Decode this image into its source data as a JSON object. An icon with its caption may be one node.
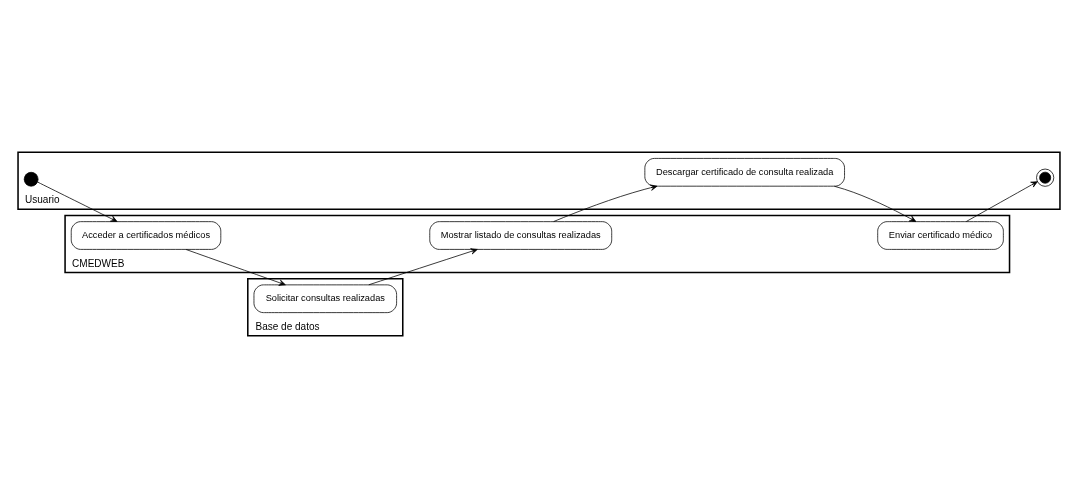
{
  "diagram": {
    "nodes": [
      {
        "text": [
          "Usuario"
        ]
      },
      {
        "text": [],
        "shape": "circle",
        "in": 0
      },
      {
        "text": [
          "Descargar certificado de consulta realizada"
        ],
        "in": 0
      },
      {
        "text": [],
        "shape": "bullseye",
        "in": 0
      },
      {
        "text": [
          "CMEDWEB"
        ]
      },
      {
        "text": [
          "Acceder a certificados médicos"
        ],
        "in": 4
      },
      {
        "text": [
          "Mostrar listado de consultas realizadas"
        ],
        "in": 4
      },
      {
        "text": [
          "Enviar certificado médico"
        ],
        "in": 4
      },
      {
        "text": [
          "Base de datos"
        ]
      },
      {
        "text": [
          "Solicitar consultas realizadas"
        ],
        "in": 8
      }
    ],
    "edges": [
      {
        "from": 1,
        "to": 5,
        "arrow": "to"
      },
      {
        "from": 5,
        "to": 9,
        "arrow": "to"
      },
      {
        "from": 9,
        "to": 6,
        "arrow": "to"
      },
      {
        "from": 6,
        "to": 2,
        "arrow": "to"
      },
      {
        "from": 2,
        "to": 7,
        "arrow": "to"
      },
      {
        "from": 7,
        "to": 3,
        "arrow": "to"
      }
    ]
  }
}
